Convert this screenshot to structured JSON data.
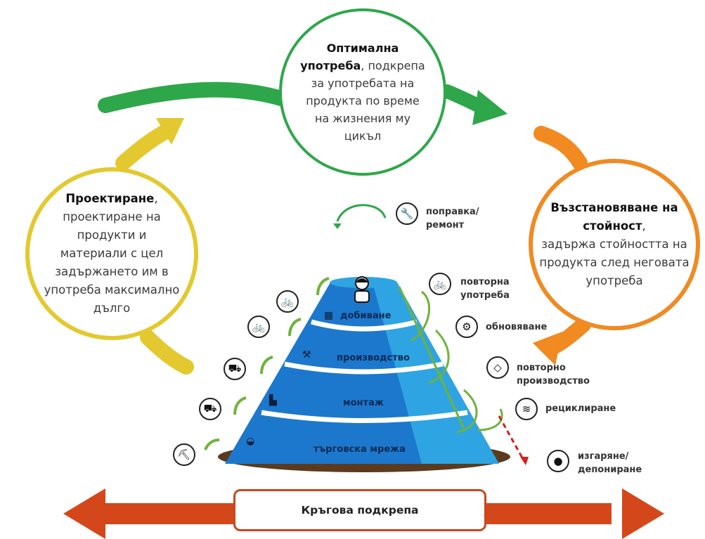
{
  "colors": {
    "top_green": "#2ea74a",
    "left_yellow": "#e3c92f",
    "right_orange": "#f08a21",
    "bottom_red": "#d4471a",
    "pyramid_blue": "#1c78cc",
    "pyramid_light": "#2fa4e2"
  },
  "top_circle": {
    "bold_line1": "Оптимална",
    "bold_line2": "употреба",
    "text_after_bold": ", подкрепа",
    "text_lines": [
      "за употребата на",
      "продукта по време",
      "на жизнения му",
      "цикъл"
    ]
  },
  "left_circle": {
    "bold": "Проектиране",
    "text_after_bold": ",",
    "text_lines": [
      "проектиране на",
      "продукти и",
      "материали с цел",
      "задържането им в",
      "употреба максимално",
      "дълго"
    ]
  },
  "right_circle": {
    "bold_line1": "Възстановяване на",
    "bold_line2": "стойност",
    "text_after_bold": ",",
    "text_lines": [
      "задържа стойността на",
      "продукта след неговата",
      "употреба"
    ]
  },
  "pyramid_tiers": [
    "добиване",
    "производство",
    "монтаж",
    "търговска мрежа"
  ],
  "right_labels": {
    "repair": [
      "поправка/",
      "ремонт"
    ],
    "reuse": [
      "повторна",
      "употреба"
    ],
    "refurbish": "обновяване",
    "remanufacture": [
      "повторно",
      "производство"
    ],
    "recycle": "рециклиране",
    "incinerate": [
      "изгаряне/",
      "депониране"
    ]
  },
  "bottom_label": "Кръгова подкрепа",
  "icons": {
    "repair": "wrench-icon",
    "reuse": "bicycle-icon",
    "refurbish": "bicycle-parts-icon",
    "remanufacture": "frame-icon",
    "recycle": "scrap-icon",
    "incinerate": "waste-bag-icon",
    "left_1": "bicycle-icon",
    "left_2": "bicycle-icon",
    "left_3": "truck-icon",
    "left_4": "mining-truck-icon",
    "left_5": "pickaxe-icon",
    "tier_1": "shop-icon",
    "tier_2": "robot-arm-icon",
    "tier_3": "factory-icon",
    "tier_4": "mine-cart-icon",
    "top": "person-icon"
  }
}
